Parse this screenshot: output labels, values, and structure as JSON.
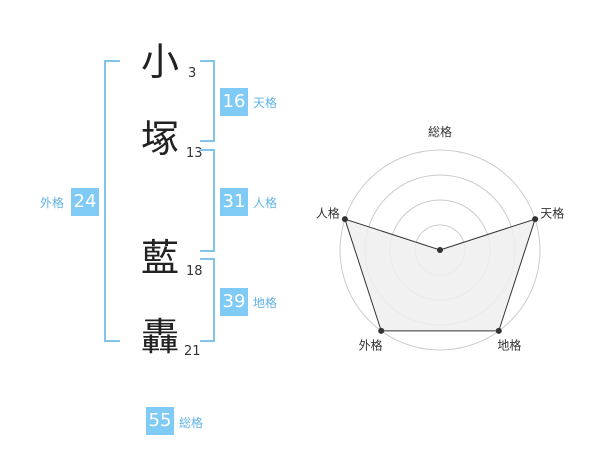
{
  "name": {
    "chars": [
      {
        "char": "小",
        "strokes": "3"
      },
      {
        "char": "塚",
        "strokes": "13"
      },
      {
        "char": "藍",
        "strokes": "18"
      },
      {
        "char": "轟",
        "strokes": "21"
      }
    ]
  },
  "fortune": {
    "tenkaku": {
      "value": "16",
      "label": "天格"
    },
    "jinkaku": {
      "value": "31",
      "label": "人格"
    },
    "chikaku": {
      "value": "39",
      "label": "地格"
    },
    "gaikaku": {
      "value": "24",
      "label": "外格"
    },
    "soukaku": {
      "value": "55",
      "label": "総格"
    }
  },
  "chart_data": {
    "type": "radar",
    "axes": [
      "総格",
      "天格",
      "地格",
      "外格",
      "人格"
    ],
    "values": [
      0,
      4,
      4,
      4,
      4
    ],
    "max": 4,
    "grid": true,
    "colors": {
      "fill": "#efefef",
      "stroke": "#333333",
      "grid": "#cccccc"
    }
  }
}
